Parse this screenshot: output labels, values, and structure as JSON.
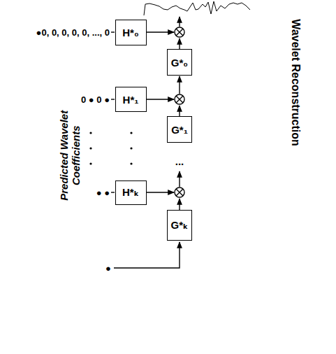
{
  "diagram": {
    "nodes": [
      {
        "text": [
          "H*₀"
        ]
      },
      {
        "text": [
          "G*₀"
        ]
      },
      {
        "text": [
          "H*₁"
        ]
      },
      {
        "text": [
          "G*₁"
        ]
      },
      {
        "text": [
          "H*ₖ"
        ]
      },
      {
        "text": [
          "G*ₖ"
        ]
      }
    ],
    "labels": [
      "Predicted Wavelet Coefficients",
      "Wavelet Reconstruction",
      "●0, 0, 0, 0, 0, ..., 0",
      "0 ● 0 ●",
      "● ●",
      "●",
      "..."
    ]
  }
}
